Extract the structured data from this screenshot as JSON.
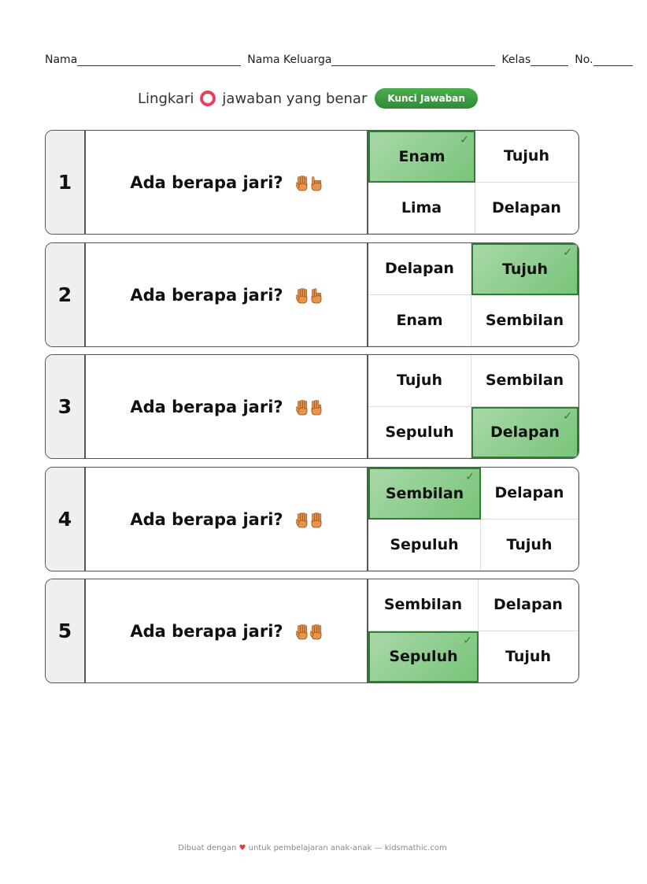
{
  "header": {
    "name_label": "Nama",
    "family_label": "Nama Keluarga",
    "class_label": "Kelas",
    "no_label": "No."
  },
  "instruction": {
    "before": "Lingkari",
    "after": "jawaban yang benar",
    "key_badge": "Kunci Jawaban"
  },
  "questions": [
    {
      "number": "1",
      "text": "Ada berapa jari?",
      "fingers": [
        5,
        1
      ],
      "options": [
        "Enam",
        "Tujuh",
        "Lima",
        "Delapan"
      ],
      "correct": 0,
      "split": 136
    },
    {
      "number": "2",
      "text": "Ada berapa jari?",
      "fingers": [
        5,
        2
      ],
      "options": [
        "Delapan",
        "Tujuh",
        "Enam",
        "Sembilan"
      ],
      "correct": 1,
      "split": 131
    },
    {
      "number": "3",
      "text": "Ada berapa jari?",
      "fingers": [
        5,
        3
      ],
      "options": [
        "Tujuh",
        "Sembilan",
        "Sepuluh",
        "Delapan"
      ],
      "correct": 3,
      "split": 131
    },
    {
      "number": "4",
      "text": "Ada berapa jari?",
      "fingers": [
        5,
        4
      ],
      "options": [
        "Sembilan",
        "Delapan",
        "Sepuluh",
        "Tujuh"
      ],
      "correct": 0,
      "split": 143
    },
    {
      "number": "5",
      "text": "Ada berapa jari?",
      "fingers": [
        5,
        5
      ],
      "options": [
        "Sembilan",
        "Delapan",
        "Sepuluh",
        "Tujuh"
      ],
      "correct": 2,
      "split": 140
    }
  ],
  "footer": {
    "before": "Dibuat dengan",
    "after": "untuk pembelajaran anak-anak — kidsmathic.com"
  }
}
